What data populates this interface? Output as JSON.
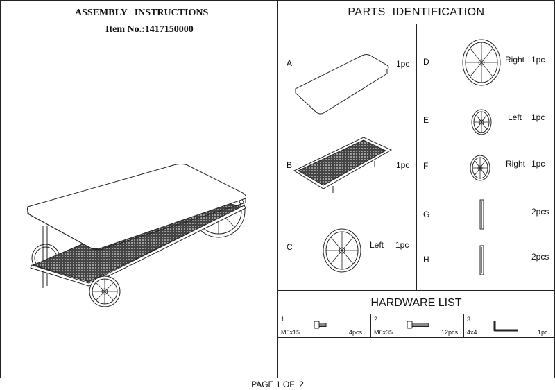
{
  "header": {
    "title": "ASSEMBLY   INSTRUCTIONS",
    "item_no": "Item No.:1417150000"
  },
  "parts_panel": {
    "title": "PARTS  IDENTIFICATION",
    "parts": [
      {
        "letter": "A",
        "desc": "",
        "qty": "1pc"
      },
      {
        "letter": "B",
        "desc": "",
        "qty": "1pc"
      },
      {
        "letter": "C",
        "desc": "Left",
        "qty": "1pc"
      },
      {
        "letter": "D",
        "desc": "Right",
        "qty": "1pc"
      },
      {
        "letter": "E",
        "desc": "Left",
        "qty": "1pc"
      },
      {
        "letter": "F",
        "desc": "Right",
        "qty": "1pc"
      },
      {
        "letter": "G",
        "desc": "",
        "qty": "2pcs"
      },
      {
        "letter": "H",
        "desc": "",
        "qty": "2pcs"
      }
    ]
  },
  "hardware_panel": {
    "title": "HARDWARE LIST",
    "items": [
      {
        "num": "1",
        "name": "M6x15",
        "qty": "4pcs",
        "icon": "bolt-icon"
      },
      {
        "num": "2",
        "name": "M6x35",
        "qty": "12pcs",
        "icon": "bolt-icon"
      },
      {
        "num": "3",
        "name": "4x4",
        "qty": "1pc",
        "icon": "allen-key-icon"
      }
    ]
  },
  "footer": {
    "page": "PAGE 1 OF  2"
  }
}
